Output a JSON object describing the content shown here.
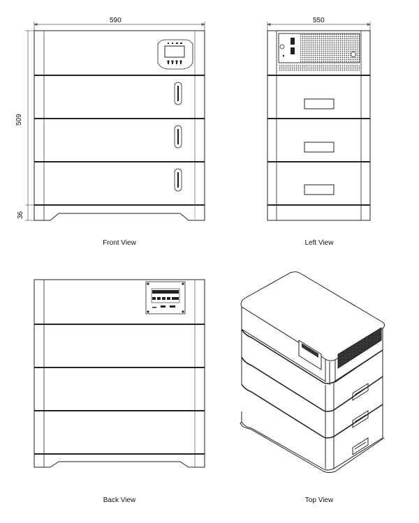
{
  "views": {
    "front": {
      "label": "Front View",
      "width_dim": "590",
      "height_dim": "509",
      "base_dim": "36",
      "modules": 3,
      "has_display_panel": true
    },
    "left": {
      "label": "Left View",
      "width_dim": "550",
      "modules": 3,
      "has_vent_panel": true
    },
    "back": {
      "label": "Back View",
      "modules": 3,
      "has_terminal_panel": true
    },
    "top": {
      "label": "Top View",
      "modules": 3,
      "isometric": true
    }
  },
  "colors": {
    "line": "#222222",
    "thin_line": "#555555",
    "light_line": "#aaaaaa",
    "background": "#ffffff"
  }
}
